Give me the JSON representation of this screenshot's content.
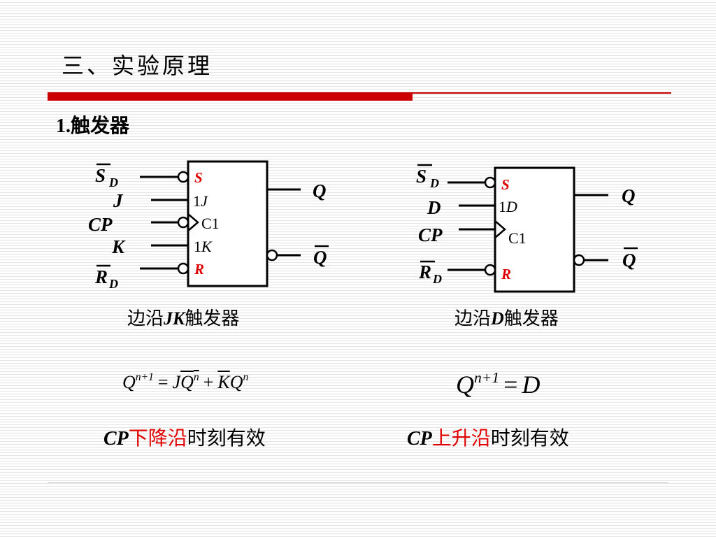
{
  "slide": {
    "title": "三、实验原理",
    "section": {
      "number": "1.",
      "label": "触发器"
    }
  },
  "jk_flipflop": {
    "inputs": {
      "sd": {
        "main": "S",
        "sub": "D"
      },
      "j": "J",
      "cp": "CP",
      "k": "K",
      "rd": {
        "main": "R",
        "sub": "D"
      }
    },
    "inner": {
      "s": "S",
      "one_j": "1",
      "j": "J",
      "c1": "C1",
      "one_k": "1",
      "k": "K",
      "r": "R"
    },
    "outputs": {
      "q": "Q",
      "qbar": "Q"
    },
    "caption": {
      "prefix": "边沿",
      "name": "JK",
      "suffix": "触发器"
    },
    "equation": {
      "lhs": "Q",
      "sup": "n+1",
      "eq": "=",
      "t1": "J",
      "t1q": "Q",
      "t1sup": "n",
      "plus": "+",
      "t2": "K",
      "t2q": "Q",
      "t2sup": "n"
    },
    "validity": {
      "cp": "CP",
      "edge": "下降沿",
      "suffix": "时刻有效"
    }
  },
  "d_flipflop": {
    "inputs": {
      "sd": {
        "main": "S",
        "sub": "D"
      },
      "d": "D",
      "cp": "CP",
      "rd": {
        "main": "R",
        "sub": "D"
      }
    },
    "inner": {
      "s": "S",
      "one_d": "1",
      "d": "D",
      "c1": "C1",
      "r": "R"
    },
    "outputs": {
      "q": "Q",
      "qbar": "Q"
    },
    "caption": {
      "prefix": "边沿",
      "name": "D",
      "suffix": "触发器"
    },
    "equation": {
      "lhs": "Q",
      "sup": "n+1",
      "eq": "=",
      "rhs": "D"
    },
    "validity": {
      "cp": "CP",
      "edge": "上升沿",
      "suffix": "时刻有效"
    }
  },
  "colors": {
    "accent": "#cc0000",
    "highlight": "#e00000"
  }
}
